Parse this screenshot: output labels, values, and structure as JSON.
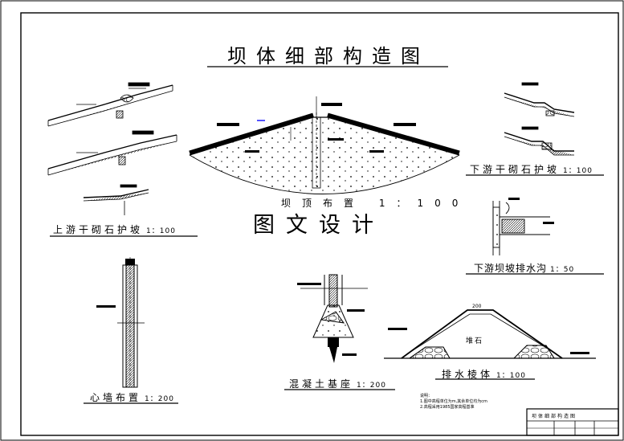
{
  "title": "坝体细部构造图",
  "watermark": "图文设计",
  "dam_caption": "坝顶布置 1：100",
  "labels": {
    "upstream": {
      "text": "上游干砌石护坡",
      "scale": "1：100"
    },
    "downstream_slope": {
      "text": "下游干砌石护坡",
      "scale": "1：100"
    },
    "drain_ditch": {
      "text": "下游坝坡排水沟",
      "scale": "1：50"
    },
    "core_wall": {
      "text": "心墙布置",
      "scale": "1：200"
    },
    "concrete_base": {
      "text": "混凝土基座",
      "scale": "1：200"
    },
    "drain_prism": {
      "text": "排水棱体",
      "scale": "1：100"
    }
  },
  "prism": {
    "top_width": "200",
    "fill": "堆石"
  },
  "notes": {
    "heading": "说明：",
    "line1": "1.图中高程单位为m,其余单位均为cm",
    "line2": "2.高程采用1985国家高程基准"
  },
  "title_block": {
    "name": "坝体细部构造图"
  },
  "colors": {
    "line": "#000000",
    "background": "#ffffff",
    "accent": "#1a1aff"
  }
}
